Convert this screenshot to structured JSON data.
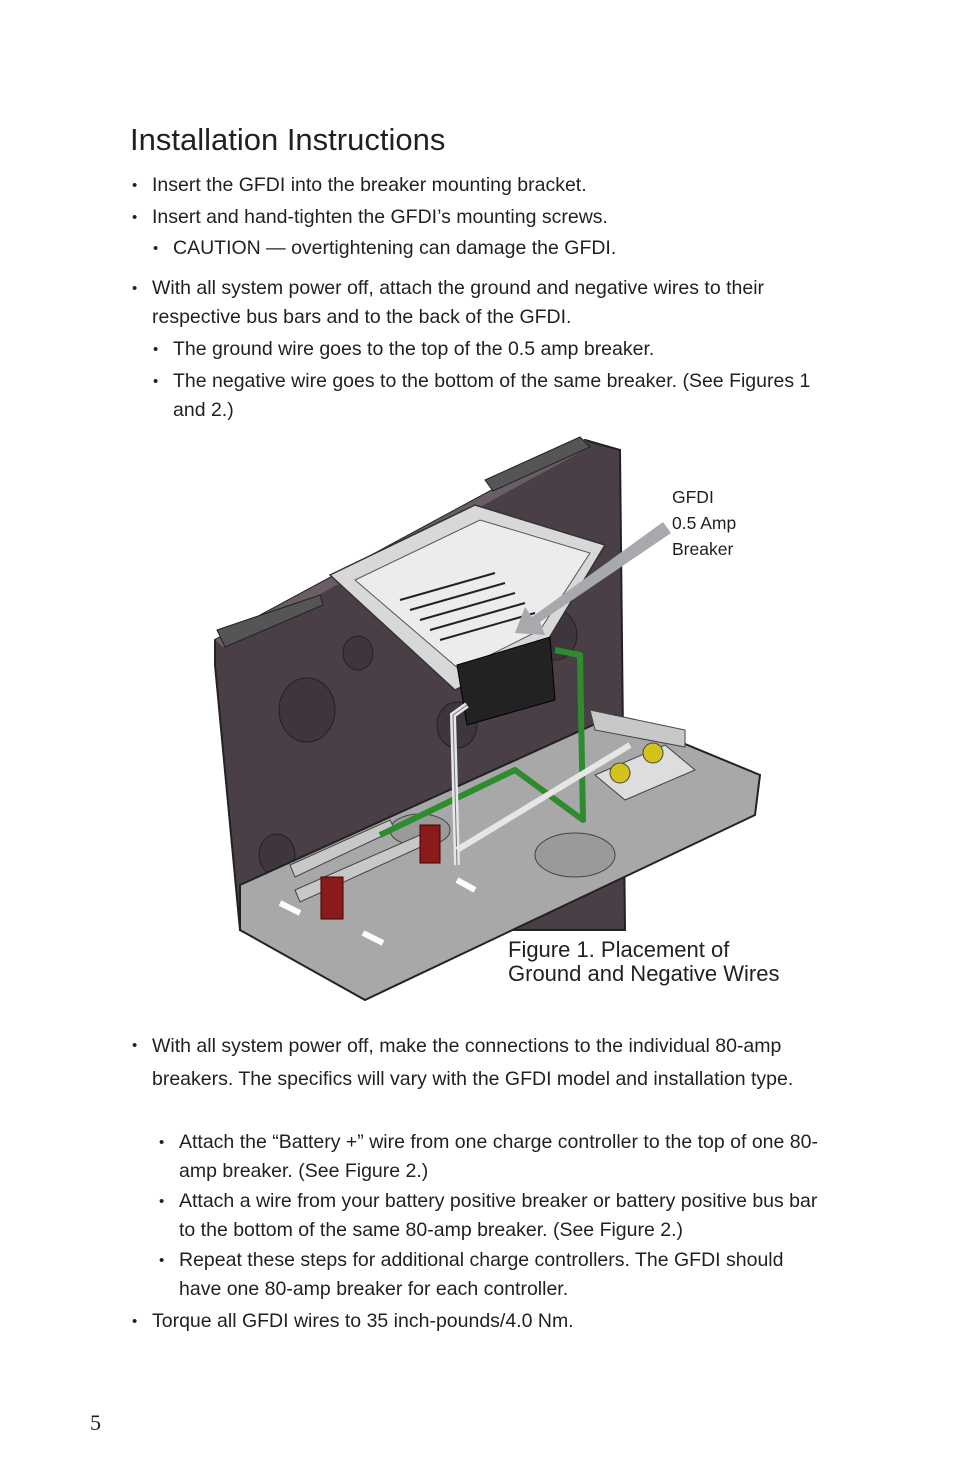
{
  "title": "Installation Instructions",
  "bullets_top": [
    "Insert the GFDI into the breaker mounting bracket.",
    "Insert and hand-tighten the GFDI’s mounting screws.",
    "CAUTION — overtightening can damage the GFDI.",
    "With all system power off, attach the ground and negative wires to their respective bus bars and to the back of the GFDI.",
    "The ground wire goes to the top of the 0.5 amp breaker.",
    "The negative wire goes to the bottom of the same breaker. (See Figures 1 and 2.)"
  ],
  "figure": {
    "callout": [
      "GFDI",
      "0.5 Amp",
      "Breaker"
    ],
    "caption": [
      "Figure 1.  Placement of",
      "Ground and Negative Wires"
    ]
  },
  "bullets_bottom": [
    "With all system power off, make the connections to the individual 80-amp breakers.  The specifics will vary with the GFDI model and installation type.",
    "Attach the “Battery +” wire from one charge controller to the top of one 80-amp breaker.  (See Figure 2.)",
    "Attach a wire from your battery positive breaker or battery positive bus bar to the bottom of the same 80-amp breaker.  (See Figure 2.)",
    "Repeat these steps for additional charge controllers.  The GFDI should have one 80-amp breaker for each controller.",
    "Torque all GFDI wires to 35 inch-pounds/4.0 Nm."
  ],
  "page_number": "5"
}
